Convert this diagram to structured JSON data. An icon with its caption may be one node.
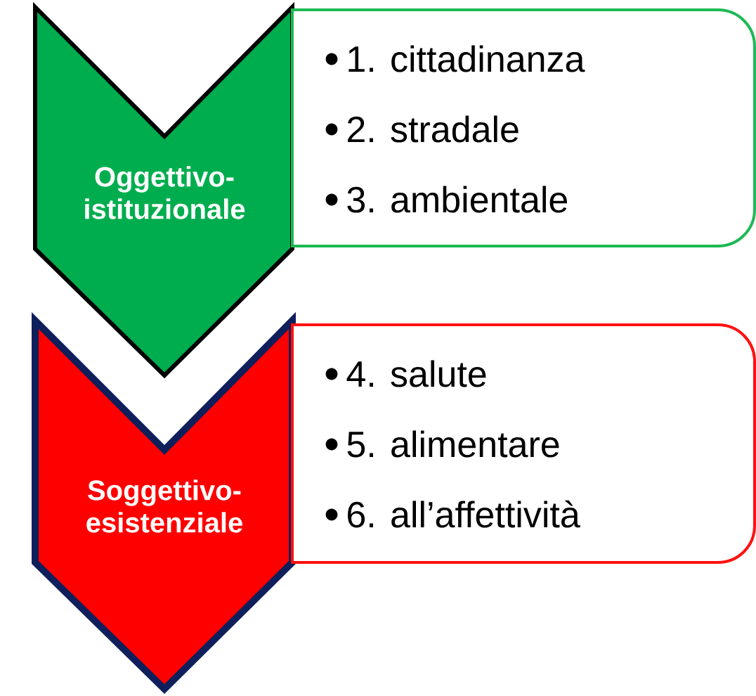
{
  "diagram": {
    "nodes": [
      {
        "text": [
          "Oggettivo-istituzionale"
        ]
      },
      {
        "text": [
          "1. cittadinanza",
          "2. stradale",
          "3. ambientale"
        ]
      },
      {
        "text": [
          "Soggettivo-esistenziale"
        ]
      },
      {
        "text": [
          "4. salute",
          "5. alimentare",
          "6. all’affettività"
        ]
      }
    ]
  }
}
